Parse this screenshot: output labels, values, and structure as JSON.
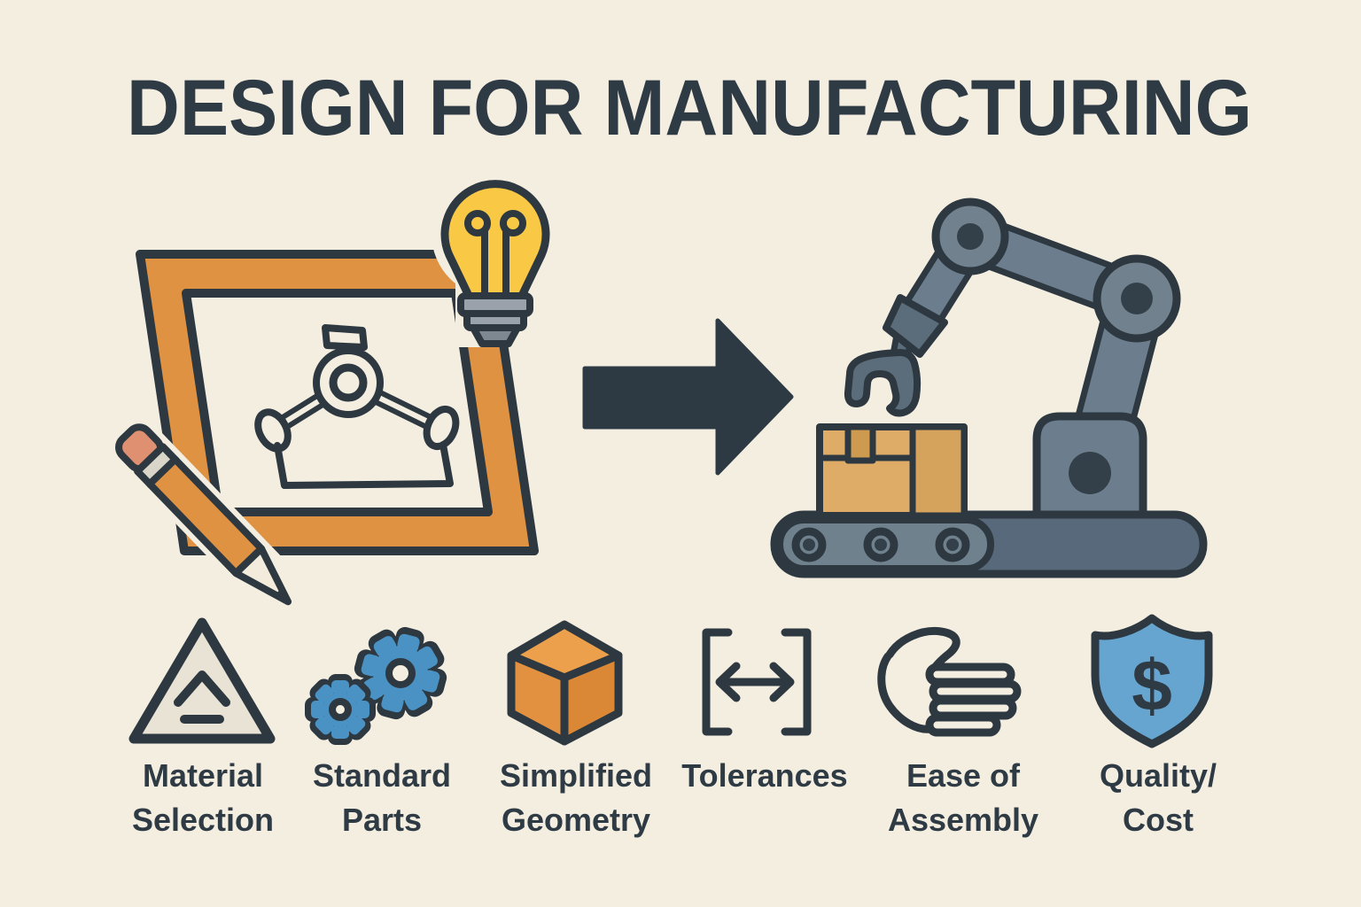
{
  "title": "DESIGN FOR MANUFACTURING",
  "palette": {
    "background": "#f4eee1",
    "ink": "#2d3841",
    "text": "#2e3a44",
    "orange": "#e09243",
    "bulb_yellow": "#f9c845",
    "gear_blue": "#4a92c4",
    "shield_blue": "#67a5d1",
    "robot_steel": "#6c7e8e",
    "conveyor_gray": "#57697a",
    "box_tan": "#deac66"
  },
  "illustrations": {
    "left": "design-sketch-board-with-pencil-and-lightbulb",
    "middle": "right-arrow",
    "right": "robot-arm-picking-box-on-conveyor"
  },
  "principles": [
    {
      "icon": "material-triangle-icon",
      "line1": "Material",
      "line2": "Selection"
    },
    {
      "icon": "gears-icon",
      "line1": "Standard",
      "line2": "Parts"
    },
    {
      "icon": "cube-icon",
      "line1": "Simplified",
      "line2": "Geometry"
    },
    {
      "icon": "tolerance-brackets-icon",
      "line1": "Tolerances",
      "line2": ""
    },
    {
      "icon": "hand-icon",
      "line1": "Ease of",
      "line2": "Assembly"
    },
    {
      "icon": "shield-dollar-icon",
      "line1": "Quality/",
      "line2": "Cost",
      "symbol": "$"
    }
  ]
}
